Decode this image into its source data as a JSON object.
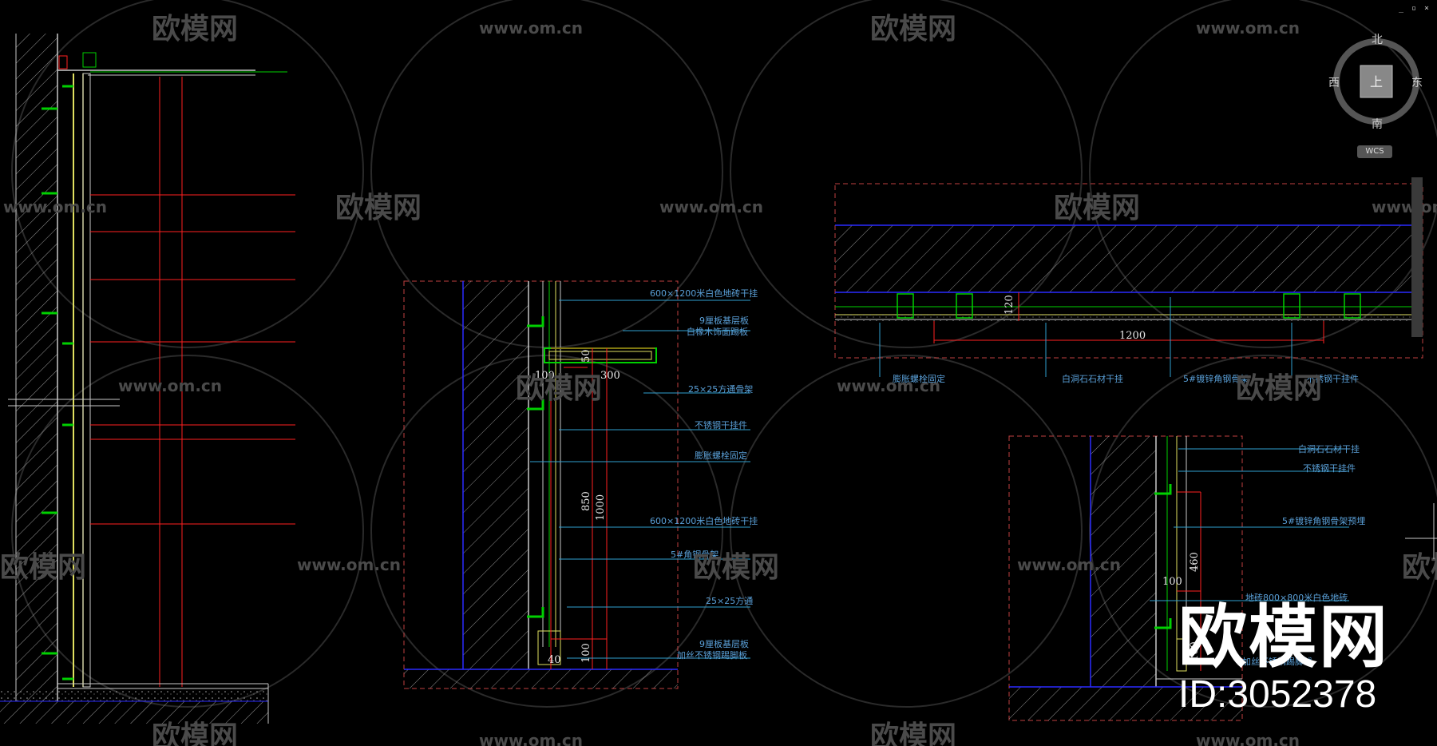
{
  "watermark": {
    "brand": "欧模网",
    "url": "www.om.cn"
  },
  "viewcube": {
    "north": "北",
    "south": "南",
    "east": "东",
    "west": "西",
    "top_face": "上",
    "wcs_label": "WCS"
  },
  "window_controls": [
    "_",
    "▫",
    "×"
  ],
  "detail_center": {
    "labels": [
      "600×1200米白色地砖干挂",
      "9厘板基层板",
      "白橡木饰面踢板",
      "25×25方通骨架",
      "不锈钢干挂件",
      "膨胀螺栓固定",
      "600×1200米白色地砖干挂",
      "5#角钢骨架",
      "25×25方通",
      "9厘板基层板",
      "加丝不锈钢踢脚板"
    ],
    "dimensions": [
      "50",
      "100",
      "300",
      "850",
      "1000",
      "40",
      "100"
    ]
  },
  "detail_right_top": {
    "labels": [
      "膨胀螺栓固定",
      "白洞石石材干挂",
      "5#镀锌角钢骨架",
      "不锈钢干挂件"
    ],
    "dimensions": [
      "120",
      "1200"
    ]
  },
  "detail_right_bottom": {
    "labels": [
      "白洞石石材干挂",
      "不锈钢干挂件",
      "5#镀锌角钢骨架预埋",
      "地砖800×800米白色地砖",
      "加丝不锈钢踢脚线"
    ],
    "dimensions": [
      "460",
      "100",
      "100"
    ]
  },
  "id_badge": {
    "brand": "欧模网",
    "id_text": "ID:3052378"
  },
  "colors": {
    "background": "#000000",
    "cad_white": "#c8c8c8",
    "cad_red": "#ff2020",
    "cad_blue": "#2a2aff",
    "cad_green": "#00d000",
    "cad_yellow": "#e0e060",
    "cad_cyan": "#30a0d0",
    "cad_dash_red": "#c04040"
  }
}
